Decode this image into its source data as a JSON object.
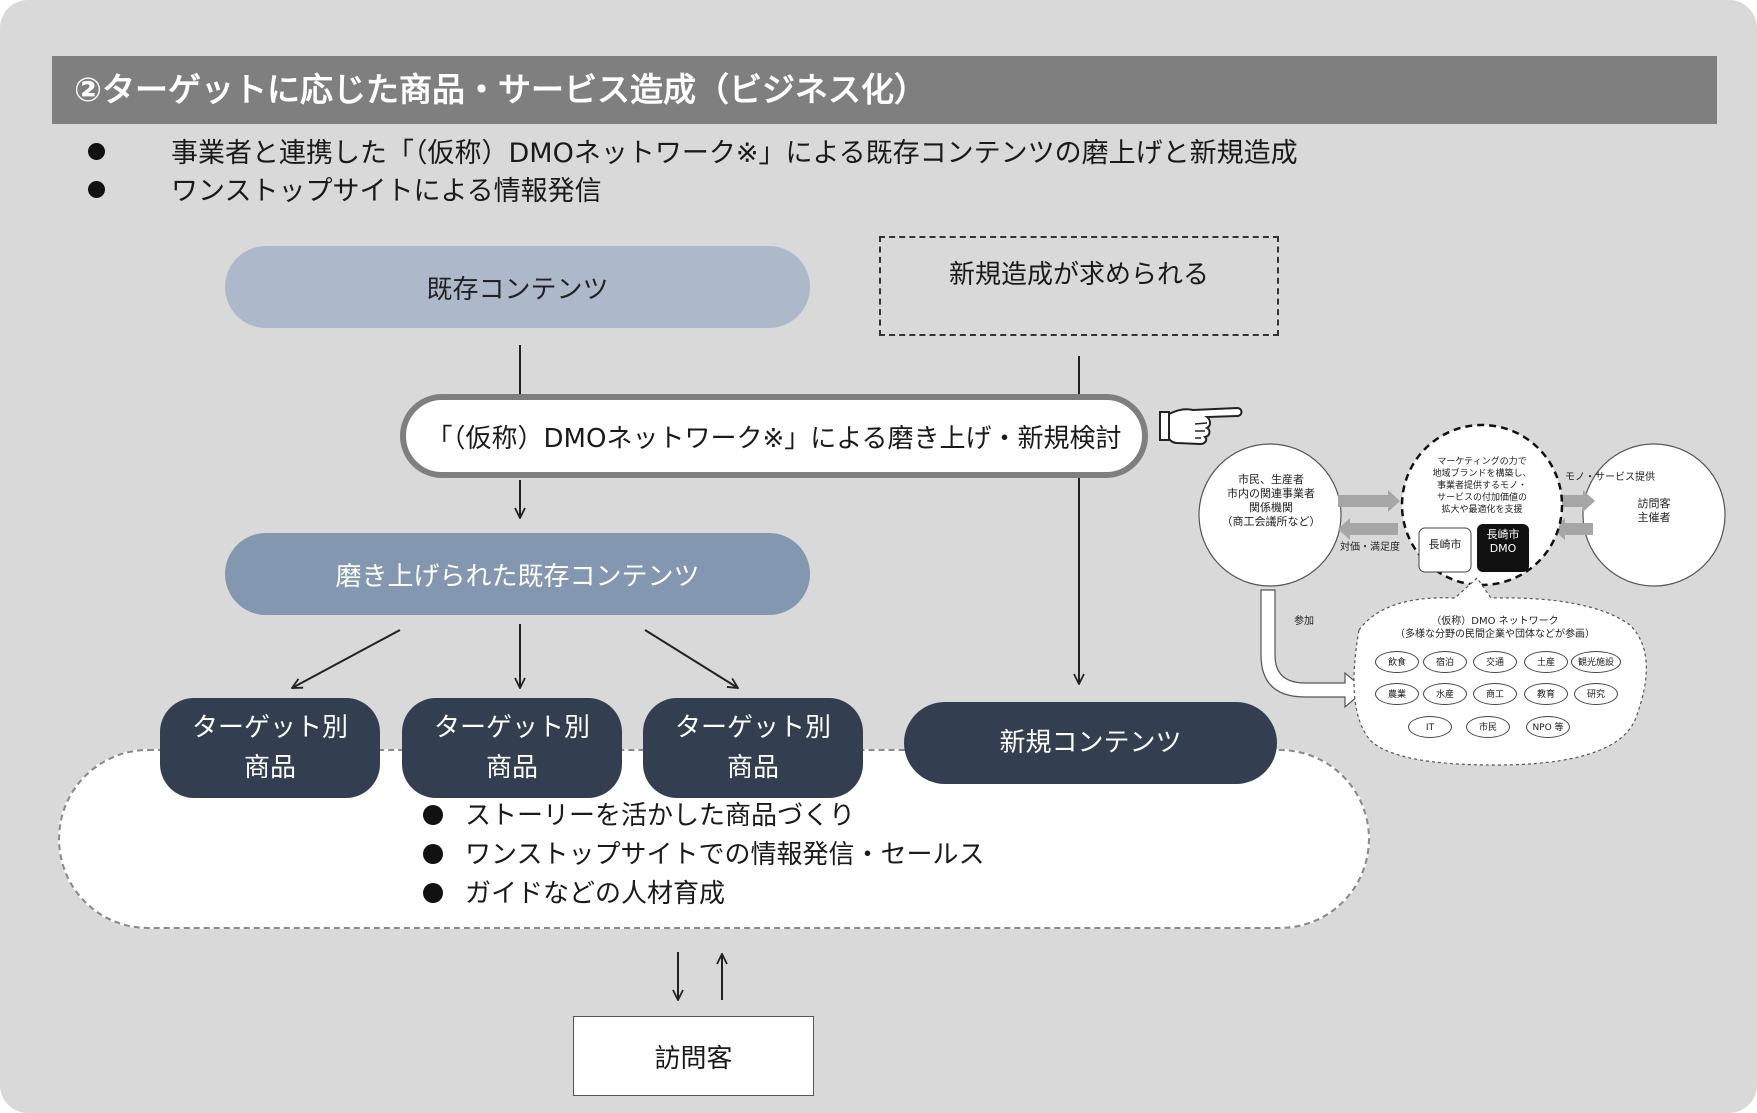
{
  "header": {
    "title": "②ターゲットに応じた商品・サービス造成（ビジネス化）"
  },
  "bullets": [
    "事業者と連携した「（仮称）DMOネットワーク※」による既存コンテンツの磨上げと新規造成",
    "ワンストップサイトによる情報発信"
  ],
  "flow": {
    "existing": "既存コンテンツ",
    "new_required": "新規造成が求められる",
    "network": "「（仮称）DMOネットワーク※」による磨き上げ・新規検討",
    "polished": "磨き上げられた既存コンテンツ",
    "target_line1": "ターゲット別",
    "target_line2": "商品",
    "new_content": "新規コンテンツ",
    "visitor": "訪問客"
  },
  "cloud_bullets": [
    "ストーリーを活かした商品づくり",
    "ワンストップサイトでの情報発信・セールス",
    "ガイドなどの人材育成"
  ],
  "inset": {
    "left_circle": [
      "市民、生産者",
      "市内の関連事業者",
      "関係機関",
      "（商工会議所など）"
    ],
    "center_circle": [
      "マーケティングの力で",
      "地域ブランドを構築し、",
      "事業者提供するモノ・",
      "サービスの付加価値の",
      "拡大や最適化を支援"
    ],
    "nagasaki_city": "長崎市",
    "nagasaki_dmo_line1": "長崎市",
    "nagasaki_dmo_line2": "DMO",
    "right_circle": [
      "訪問客",
      "主催者"
    ],
    "arrow_top_label": "モノ・サービス提供",
    "arrow_bottom_label": "対価・満足度",
    "participate_label": "参加",
    "network_title": "（仮称）DMO ネットワーク",
    "network_subtitle": "（多様な分野の民間企業や団体などが参画）",
    "chips": [
      "飲食",
      "宿泊",
      "交通",
      "土産",
      "観光施設",
      "農業",
      "水産",
      "商工",
      "教育",
      "研究",
      "IT",
      "市民",
      "NPO 等"
    ]
  }
}
